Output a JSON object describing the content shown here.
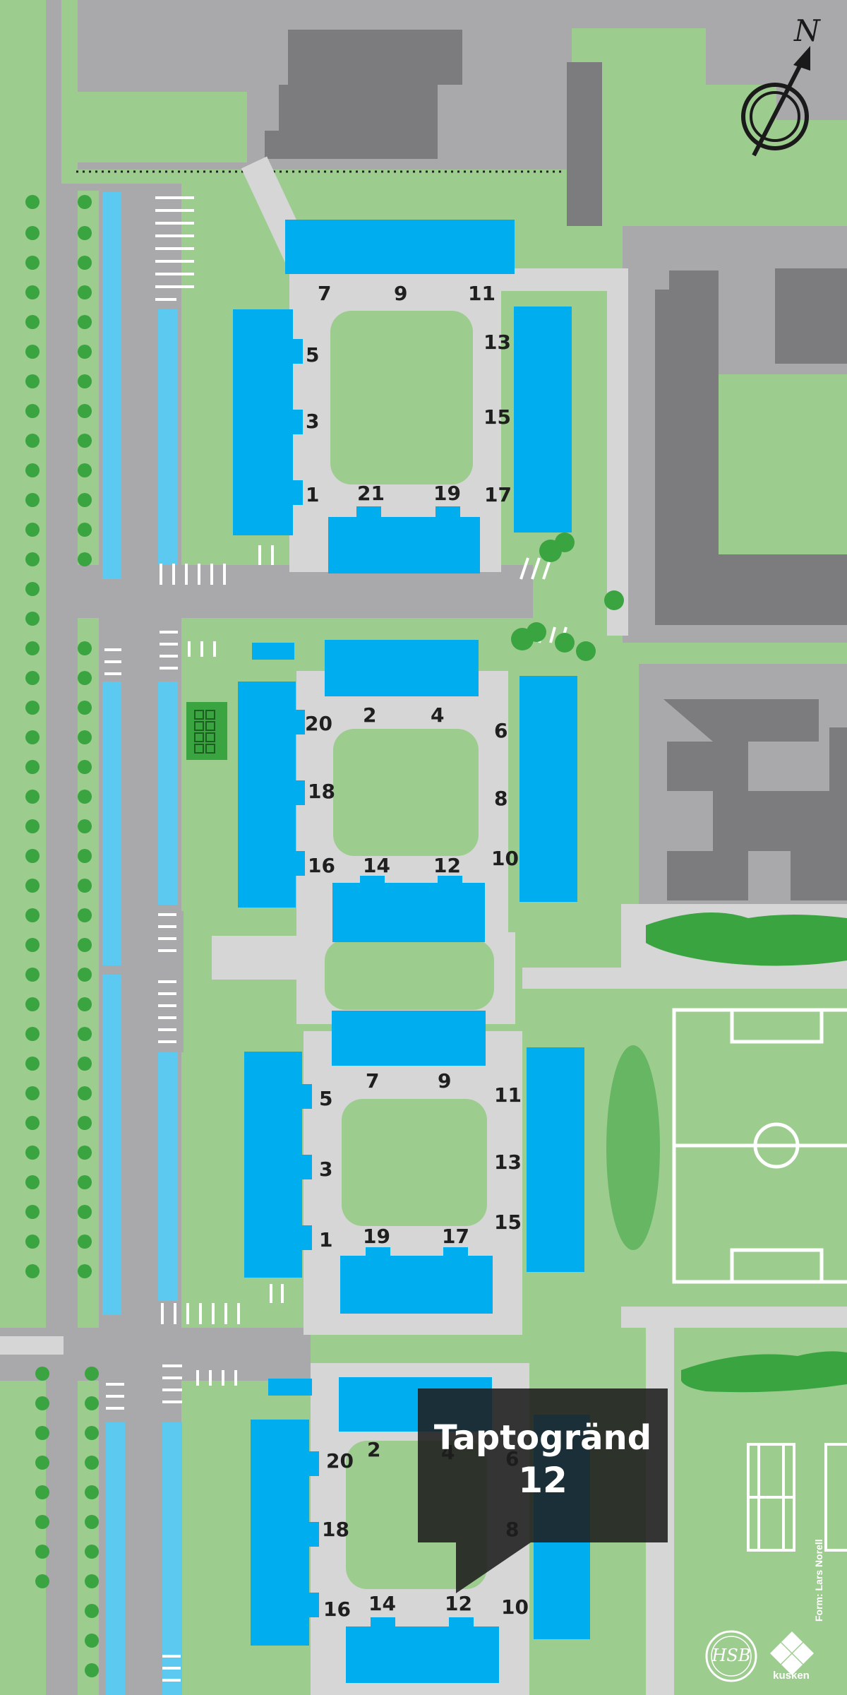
{
  "map": {
    "colors": {
      "grass": "#9dcc8f",
      "road": "#a9a9ab",
      "path": "#d6d6d6",
      "building_other": "#7c7c7e",
      "garage": "#5bc9f0",
      "residential": "#00aeef",
      "trees": "#3aa441",
      "text": "#1f1f1f"
    },
    "compass": {
      "label": "N"
    },
    "callout": {
      "street": "Taptogränd",
      "number": "12"
    },
    "credit": "Form: Lars Norell",
    "logos": {
      "hsb": "HSB",
      "kusken": "kusken"
    },
    "block_a": {
      "n7": "7",
      "n9": "9",
      "n11": "11",
      "n5": "5",
      "n13": "13",
      "n3": "3",
      "n15": "15",
      "n1": "1",
      "n21": "21",
      "n19": "19",
      "n17": "17"
    },
    "block_b": {
      "n2": "2",
      "n4": "4",
      "n6": "6",
      "n20": "20",
      "n18": "18",
      "n8": "8",
      "n10": "10",
      "n16": "16",
      "n14": "14",
      "n12": "12"
    },
    "block_c": {
      "n7": "7",
      "n9": "9",
      "n5": "5",
      "n11": "11",
      "n3": "3",
      "n13": "13",
      "n15": "15",
      "n1": "1",
      "n19": "19",
      "n17": "17"
    },
    "block_d": {
      "n20": "20",
      "n2": "2",
      "n4": "4",
      "n6": "6",
      "n18": "18",
      "n8": "8",
      "n16": "16",
      "n14": "14",
      "n12": "12",
      "n10": "10"
    }
  }
}
